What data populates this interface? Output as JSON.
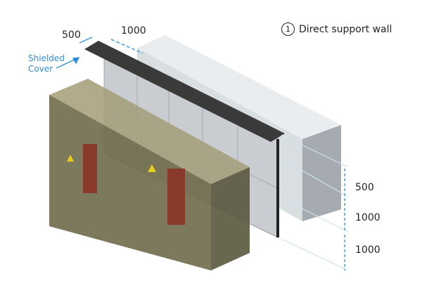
{
  "legend": {
    "number": "1",
    "label": "Direct support wall"
  },
  "cover": {
    "label_line1": "Shielded",
    "label_line2": "Cover",
    "width": "500",
    "length": "1000"
  },
  "heights": [
    "500",
    "1000",
    "1000"
  ],
  "colors": {
    "accent": "#2f8fd8",
    "cover": "#3a3a3a",
    "wall": "#c9ccd0",
    "enclosure": "#6f6a4a"
  }
}
